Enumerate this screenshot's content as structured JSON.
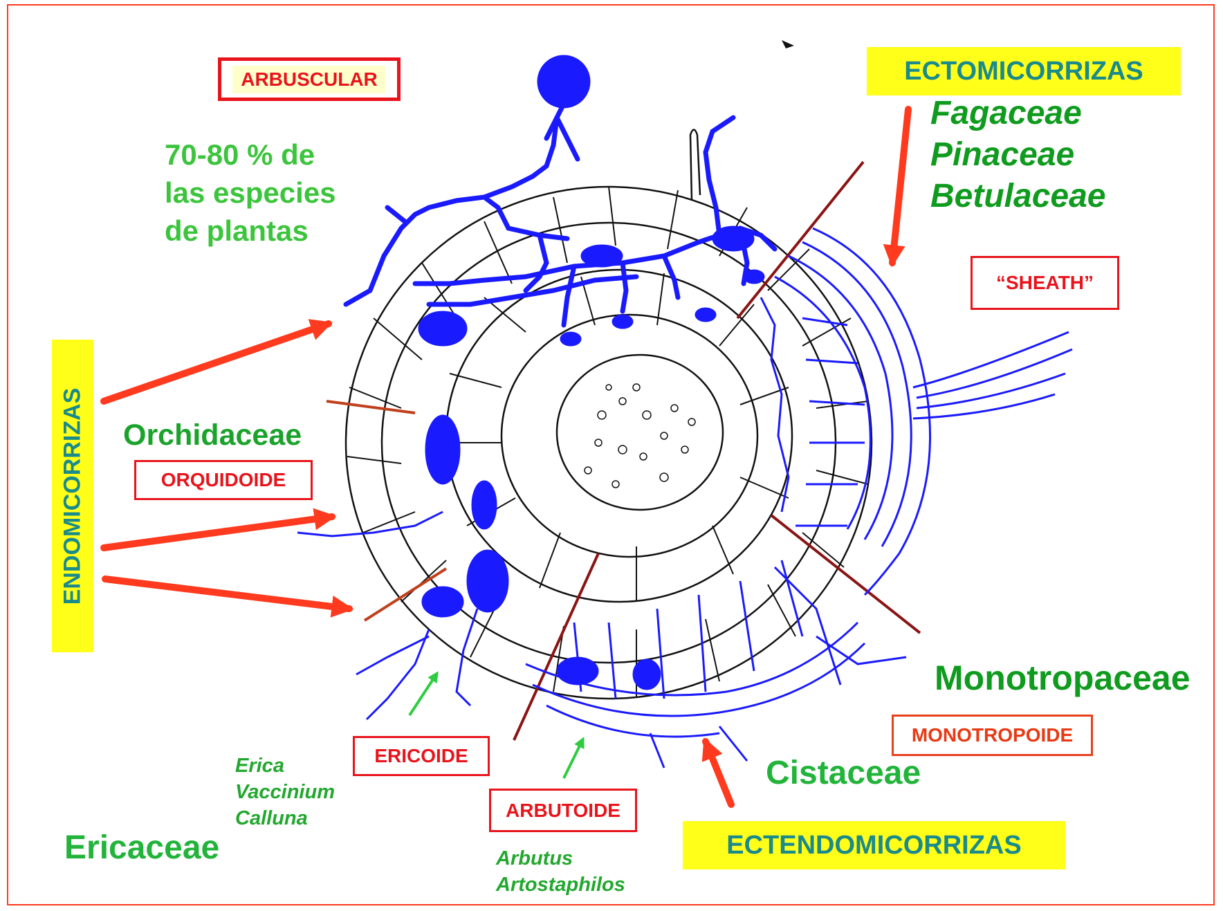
{
  "colors": {
    "frame": "#ff3a1e",
    "arrow": "#ff3a1e",
    "fungus": "#1a1aff",
    "label_green": "#22b43a",
    "label_dark_green": "#0f9b1e",
    "box_red": "#e8141c",
    "banner_yellow": "#ffff1a",
    "banner_text": "#1a8a8a"
  },
  "banners": {
    "ecto": "ECTOMICORRIZAS",
    "endo": "ENDOMICORRIZAS",
    "ectendo": "ECTENDOMICORRIZAS"
  },
  "types": {
    "arbuscular": "ARBUSCULAR",
    "orquidoide": "ORQUIDOIDE",
    "ericoide": "ERICOIDE",
    "arbutoide": "ARBUTOIDE",
    "monotropoide": "MONOTROPOIDE",
    "sheath": "“SHEATH”"
  },
  "families": {
    "ecto": [
      "Fagaceae",
      "Pinaceae",
      "Betulaceae"
    ],
    "orchidaceae": "Orchidaceae",
    "ericaceae": "Ericaceae",
    "monotropaceae": "Monotropaceae",
    "cistaceae": "Cistaceae"
  },
  "genera": {
    "ericoid": [
      "Erica",
      "Vaccinium",
      "Calluna"
    ],
    "arbutoid": [
      "Arbutus",
      "Artostaphilos"
    ]
  },
  "arbuscular_note": [
    "70-80 % de",
    "las especies",
    "de plantas"
  ]
}
